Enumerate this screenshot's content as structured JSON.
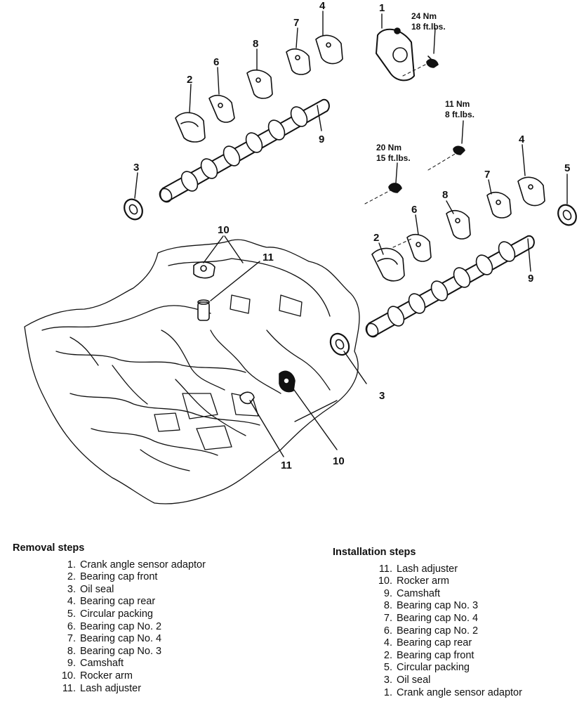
{
  "callouts": {
    "c1": "1",
    "c4a": "4",
    "c7a": "7",
    "c8a": "8",
    "c6a": "6",
    "c2a": "2",
    "c9a": "9",
    "c3a": "3",
    "c4b": "4",
    "c5": "5",
    "c7b": "7",
    "c8b": "8",
    "c6b": "6",
    "c2b": "2",
    "c9b": "9",
    "c10a": "10",
    "c11a": "11",
    "c3b": "3",
    "c11b": "11",
    "c10b": "10"
  },
  "torque": {
    "t24_nm": "24 Nm",
    "t24_ft": "18 ft.lbs.",
    "t11_nm": "11 Nm",
    "t11_ft": "8 ft.lbs.",
    "t20_nm": "20 Nm",
    "t20_ft": "15 ft.lbs."
  },
  "removal": {
    "heading": "Removal steps",
    "steps": [
      {
        "num": "1.",
        "text": "Crank angle sensor adaptor"
      },
      {
        "num": "2.",
        "text": "Bearing cap front"
      },
      {
        "num": "3.",
        "text": "Oil seal"
      },
      {
        "num": "4.",
        "text": "Bearing cap rear"
      },
      {
        "num": "5.",
        "text": "Circular packing"
      },
      {
        "num": "6.",
        "text": "Bearing cap No. 2"
      },
      {
        "num": "7.",
        "text": "Bearing cap No. 4"
      },
      {
        "num": "8.",
        "text": "Bearing cap No. 3"
      },
      {
        "num": "9.",
        "text": "Camshaft"
      },
      {
        "num": "10.",
        "text": "Rocker arm"
      },
      {
        "num": "11.",
        "text": "Lash adjuster"
      }
    ]
  },
  "installation": {
    "heading": "Installation steps",
    "steps": [
      {
        "num": "11.",
        "text": "Lash adjuster"
      },
      {
        "num": "10.",
        "text": "Rocker arm"
      },
      {
        "num": "9.",
        "text": "Camshaft"
      },
      {
        "num": "8.",
        "text": "Bearing cap No. 3"
      },
      {
        "num": "7.",
        "text": "Bearing cap No. 4"
      },
      {
        "num": "6.",
        "text": "Bearing cap No. 2"
      },
      {
        "num": "4.",
        "text": "Bearing cap rear"
      },
      {
        "num": "2.",
        "text": "Bearing cap front"
      },
      {
        "num": "5.",
        "text": "Circular packing"
      },
      {
        "num": "3.",
        "text": "Oil seal"
      },
      {
        "num": "1.",
        "text": "Crank angle sensor adaptor"
      }
    ]
  }
}
